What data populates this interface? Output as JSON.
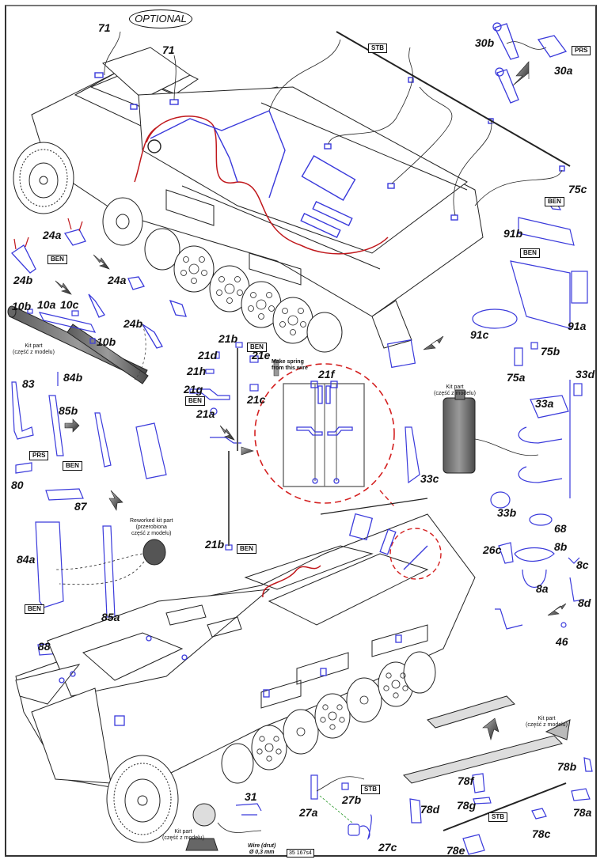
{
  "sheet": {
    "header_note": "OPTIONAL",
    "code": "35 167s4",
    "colors": {
      "photoetch_parts": "#3a3adb",
      "wire_routing": "#c0181c",
      "detail_circle": "#d42020",
      "line_art": "#222222",
      "kit_parts": "#7a7a7a"
    }
  },
  "part_labels": {
    "p71_a": "71",
    "p71_b": "71",
    "p30b": "30b",
    "p30a": "30a",
    "p75c": "75c",
    "p91b": "91b",
    "p91a": "91a",
    "p91c": "91c",
    "p75b": "75b",
    "p75a": "75a",
    "p33d": "33d",
    "p33a": "33a",
    "p33c": "33c",
    "p33b": "33b",
    "p68": "68",
    "p26c": "26c",
    "p8b": "8b",
    "p8c": "8c",
    "p8a": "8a",
    "p8d": "8d",
    "p46": "46",
    "p24a_a": "24a",
    "p24b_a": "24b",
    "p24a_b": "24a",
    "p24b_b": "24b",
    "p10b_a": "10b",
    "p10a": "10a",
    "p10c": "10c",
    "p10b_b": "10b",
    "p21b_a": "21b",
    "p21d": "21d",
    "p21e": "21e",
    "p21h": "21h",
    "p21g": "21g",
    "p21c": "21c",
    "p21a": "21a",
    "p21f": "21f",
    "p21b_b": "21b",
    "p83": "83",
    "p84b": "84b",
    "p85b": "85b",
    "p80": "80",
    "p87": "87",
    "p84a": "84a",
    "p85a": "85a",
    "p88": "88",
    "p31": "31",
    "p27a": "27a",
    "p27b": "27b",
    "p27c": "27c",
    "p78b": "78b",
    "p78f": "78f",
    "p78g": "78g",
    "p78d": "78d",
    "p78a": "78a",
    "p78c": "78c",
    "p78e": "78e"
  },
  "material_tags": {
    "stb_top": "STB",
    "prs_top": "PRS",
    "ben_24": "BEN",
    "ben_75c": "BEN",
    "ben_91a": "BEN",
    "ben_21b": "BEN",
    "ben_21g": "BEN",
    "prs_85b": "PRS",
    "ben_85b": "BEN",
    "ben_84a": "BEN",
    "ben_21b_low": "BEN",
    "stb_27": "STB",
    "stb_78": "STB"
  },
  "notes": {
    "kit_part_exhaust": "Kit part\n(część z modelu)",
    "kit_part_cylinder": "Kit part\n(część z modelu)",
    "reworked": "Reworked kit part\n(przerobiona\nczęść z modelu)",
    "spring": "Make spring\nfrom this wire",
    "kit_part_light": "Kit part\n(część z modelu)",
    "wire": "Wire (drut)\nØ 0,3 mm",
    "kit_part_mg": "Kit part\n(część z modelu)"
  }
}
